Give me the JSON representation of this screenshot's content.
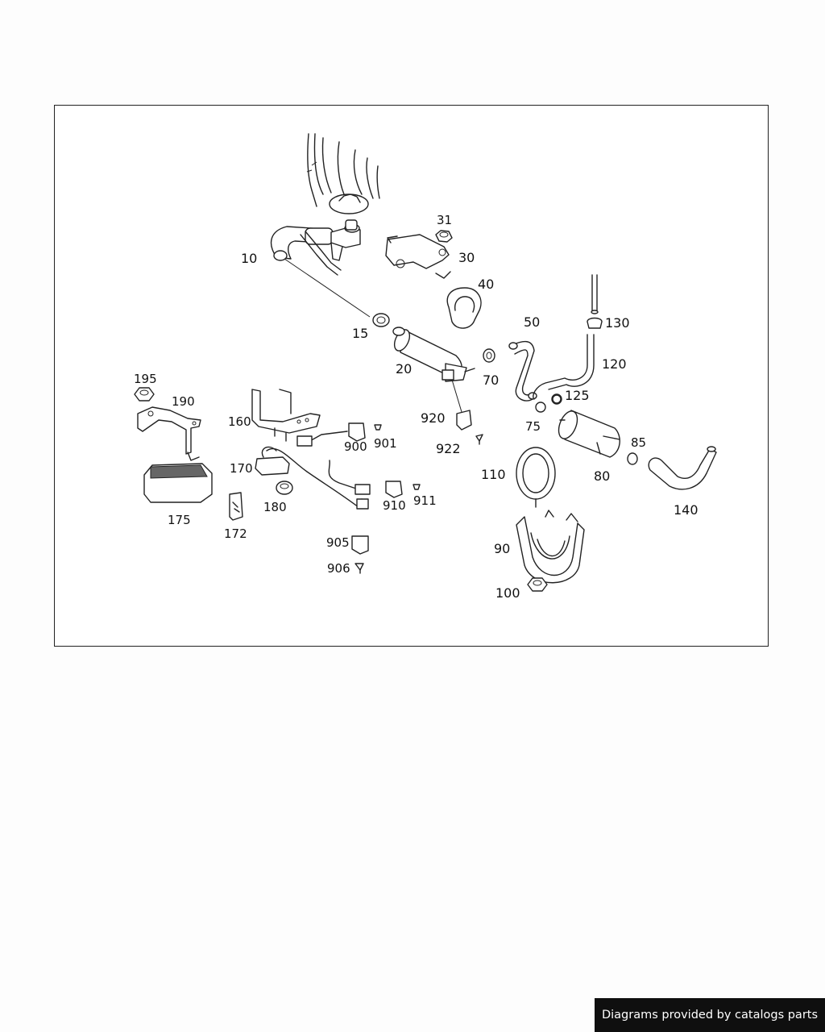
{
  "diagram": {
    "labels": {
      "p10": "10",
      "p15": "15",
      "p20": "20",
      "p30": "30",
      "p31": "31",
      "p40": "40",
      "p50": "50",
      "p70": "70",
      "p75": "75",
      "p80": "80",
      "p85": "85",
      "p90": "90",
      "p100": "100",
      "p110": "110",
      "p120": "120",
      "p125": "125",
      "p130": "130",
      "p140": "140",
      "p160": "160",
      "p170": "170",
      "p172": "172",
      "p175": "175",
      "p180": "180",
      "p190": "190",
      "p195": "195",
      "p900": "900",
      "p901": "901",
      "p905": "905",
      "p906": "906",
      "p910": "910",
      "p911": "911",
      "p920": "920",
      "p922": "922"
    }
  },
  "footer": {
    "credit": "Diagrams provided by catalogs parts"
  }
}
